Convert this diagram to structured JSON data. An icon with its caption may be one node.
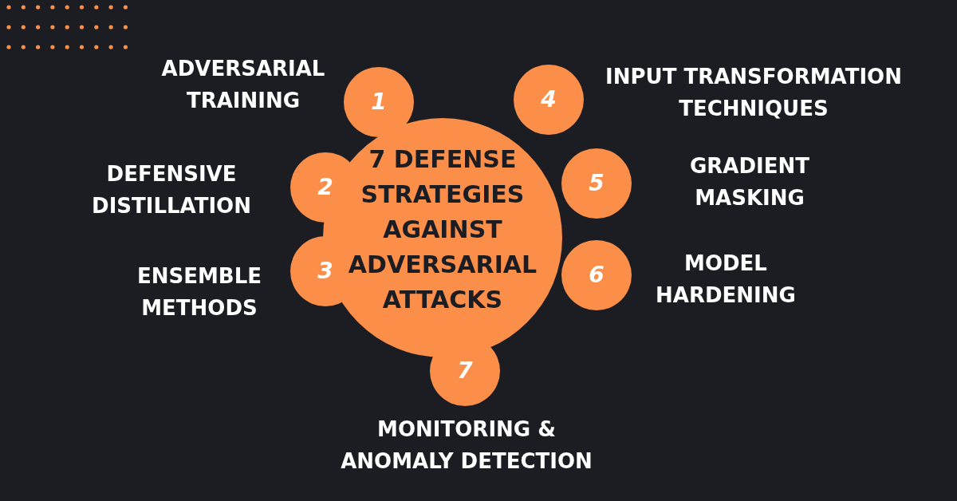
{
  "diagram": {
    "nodes": [
      {
        "text": [
          "7 DEFENSE STRATEGIES AGAINST ADVERSARIAL ATTACKS"
        ]
      },
      {
        "text": [
          "1"
        ],
        "beside": [
          "ADVERSARIAL TRAINING"
        ]
      },
      {
        "text": [
          "2"
        ],
        "beside": [
          "DEFENSIVE DISTILLATION"
        ]
      },
      {
        "text": [
          "3"
        ],
        "beside": [
          "ENSEMBLE METHODS"
        ]
      },
      {
        "text": [
          "4"
        ],
        "beside": [
          "INPUT TRANSFORMATION TECHNIQUES"
        ]
      },
      {
        "text": [
          "5"
        ],
        "beside": [
          "GRADIENT MASKING"
        ]
      },
      {
        "text": [
          "6"
        ],
        "beside": [
          "MODEL HARDENING"
        ]
      },
      {
        "text": [
          "7"
        ],
        "beside": [
          "MONITORING & ANOMALY DETECTION"
        ]
      }
    ],
    "edges": []
  }
}
